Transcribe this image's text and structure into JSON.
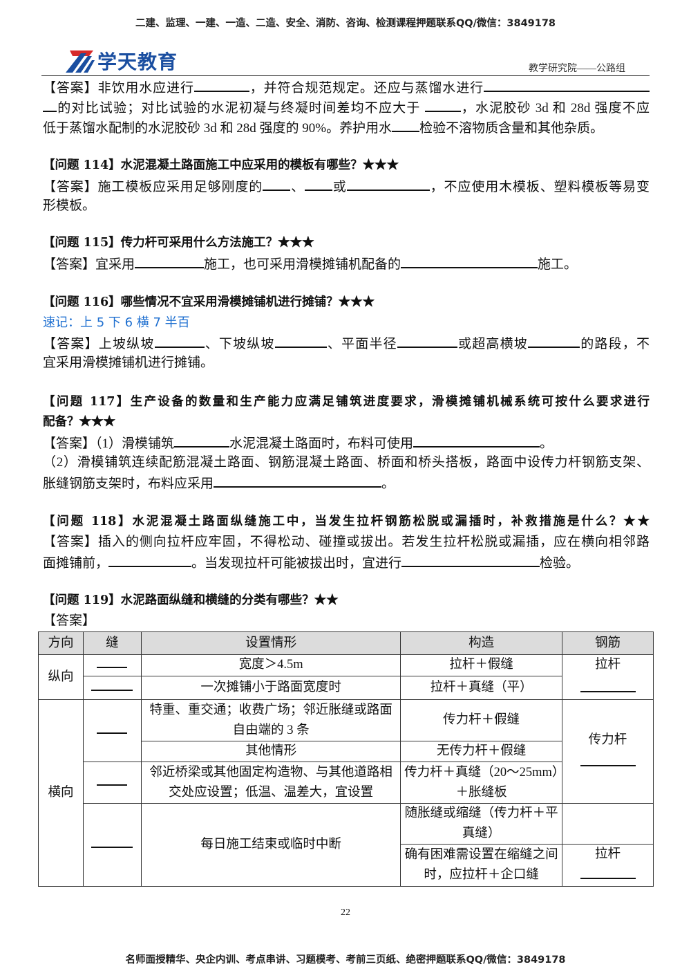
{
  "header": {
    "promo": "二建、监理、一建、一造、二造、安全、消防、咨询、检测课程押题联系QQ/微信：3849178",
    "logo_text": "学天教育",
    "department": "教学研究院——公路组"
  },
  "blocks": [
    {
      "lines": [
        {
          "justify": true,
          "parts": [
            "【答案】非饮用水应进行",
            null,
            "，并符合规范规定。还应与蒸馏水进行",
            null
          ]
        },
        {
          "justify": true,
          "parts": [
            null,
            "的对比试验；对比试验的水泥初凝与终凝时间差均不应大于 ",
            null,
            "，水泥胶砂 3d 和 28d 强度不应"
          ]
        },
        {
          "justify": false,
          "parts": [
            "低于蒸馏水配制的水泥胶砂 3d 和 28d 强度的 90%。养护用水",
            null,
            "检验不溶物质含量和其他杂质。"
          ]
        }
      ]
    },
    {
      "lines": [
        {
          "q": true,
          "parts": [
            "【问题 114】水泥混凝土路面施工中应采用的模板有哪些？★★★"
          ]
        },
        {
          "justify": true,
          "parts": [
            "【答案】施工模板应采用足够刚度的",
            null,
            "、",
            null,
            "或",
            null,
            "，不应使用木模板、塑料模板等易变"
          ]
        },
        {
          "parts": [
            "形模板。"
          ]
        }
      ]
    },
    {
      "lines": [
        {
          "q": true,
          "parts": [
            "【问题 115】传力杆可采用什么方法施工？★★★"
          ]
        },
        {
          "parts": [
            "【答案】宜采用",
            null,
            "施工，也可采用滑模摊铺机配备的",
            null,
            "施工。"
          ]
        }
      ]
    },
    {
      "lines": [
        {
          "q": true,
          "parts": [
            "【问题 116】哪些情况不宜采用滑模摊铺机进行摊铺？★★★"
          ]
        },
        {
          "memo": true,
          "parts": [
            "速记：上 5 下 6 横 7 半百"
          ]
        },
        {
          "justify": true,
          "parts": [
            "【答案】上坡纵坡",
            null,
            "、下坡纵坡",
            null,
            "、平面半径",
            null,
            "或超高横坡",
            null,
            "的路段，不"
          ]
        },
        {
          "parts": [
            "宜采用滑模摊铺机进行摊铺。"
          ]
        }
      ]
    },
    {
      "lines": [
        {
          "q": true,
          "justify": true,
          "parts": [
            "【问题 117】生产设备的数量和生产能力应满足铺筑进度要求，滑模摊铺机械系统可按什么要求进行"
          ]
        },
        {
          "q": true,
          "parts": [
            "配备？★★★"
          ]
        },
        {
          "parts": [
            "【答案】（1）滑模铺筑",
            null,
            "水泥混凝土路面时，布料可使用",
            null,
            "。"
          ]
        },
        {
          "justify": true,
          "parts": [
            "（2）滑模铺筑连续配筋混凝土路面、钢筋混凝土路面、桥面和桥头搭板，路面中设传力杆钢筋支架、"
          ]
        },
        {
          "parts": [
            "胀缝钢筋支架时，布料应采用",
            null,
            "。"
          ]
        }
      ]
    },
    {
      "lines": [
        {
          "q": true,
          "justify": true,
          "parts": [
            "【问题 118】水泥混凝土路面纵缝施工中，当发生拉杆钢筋松脱或漏插时，补救措施是什么？★★"
          ]
        },
        {
          "justify": true,
          "parts": [
            "【答案】插入的侧向拉杆应牢固，不得松动、碰撞或拔出。若发生拉杆松脱或漏插，应在横向相邻路"
          ]
        },
        {
          "parts": [
            "面摊铺前，",
            null,
            "。当发现拉杆可能被拔出时，宜进行",
            null,
            "检验。"
          ]
        }
      ]
    },
    {
      "lines": [
        {
          "q": true,
          "parts": [
            "【问题 119】水泥路面纵缝和横缝的分类有哪些？★★"
          ]
        },
        {
          "parts": [
            "【答案】"
          ]
        }
      ]
    }
  ],
  "table": {
    "headers": [
      "方向",
      "缝",
      "设置情形",
      "构造",
      "钢筋"
    ],
    "longitudinal": "纵向",
    "transverse": "横向",
    "rows": {
      "r1_case": "宽度＞4.5m",
      "r1_struct": "拉杆＋假缝",
      "r1_rebar": "拉杆",
      "r2_case": "一次摊铺小于路面宽度时",
      "r2_struct": "拉杆＋真缝（平）",
      "r3_case": "特重、重交通；收费广场；邻近胀缝或路面自由端的 3 条",
      "r3_struct": "传力杆＋假缝",
      "r4_case": "其他情形",
      "r4_struct": "无传力杆＋假缝",
      "r4_rebar": "传力杆",
      "r5_case": "邻近桥梁或其他固定构造物、与其他道路相交处应设置；低温、温差大，宜设置",
      "r5_struct": "传力杆＋真缝（20～25mm）＋胀缝板",
      "r6_case": "每日施工结束或临时中断",
      "r6_struct": "随胀缝或缩缝（传力杆＋平真缝）",
      "r7_struct": "确有困难需设置在缩缝之间时，应拉杆＋企口缝",
      "r7_rebar": "拉杆"
    }
  },
  "page_number": "22",
  "footer": "名师面授精华、央企内训、考点串讲、习题模考、考前三页纸、绝密押题联系QQ/微信：3849178",
  "colors": {
    "brand_blue": "#1a4ea0",
    "brand_red": "#d62a2a",
    "memo_blue": "#1e6fd0"
  }
}
